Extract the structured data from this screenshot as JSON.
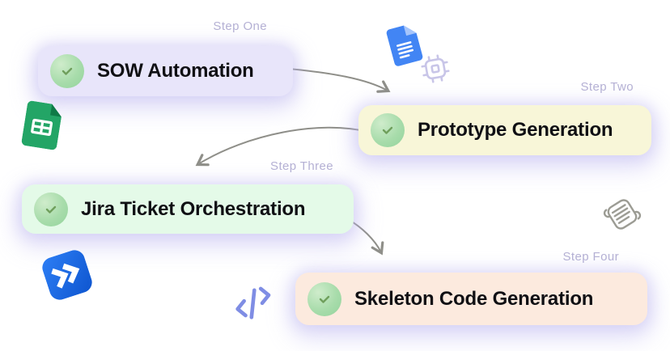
{
  "flow": {
    "steps": [
      {
        "step_label": "Step One",
        "title": "SOW Automation",
        "pill_color": "#e8e5fa"
      },
      {
        "step_label": "Step Two",
        "title": "Prototype Generation",
        "pill_color": "#f8f6d8"
      },
      {
        "step_label": "Step Three",
        "title": "Jira Ticket Orchestration",
        "pill_color": "#e4fae8"
      },
      {
        "step_label": "Step Four",
        "title": "Skeleton Code Generation",
        "pill_color": "#fceade"
      }
    ],
    "icons": [
      {
        "name": "check-circle-icon",
        "color": "#a8dcab"
      },
      {
        "name": "google-docs-icon",
        "color": "#4285f4"
      },
      {
        "name": "cpu-chip-icon",
        "color": "#c8c5e8"
      },
      {
        "name": "google-sheets-icon",
        "color": "#23a566"
      },
      {
        "name": "jira-icon",
        "color": "#1f6fe0"
      },
      {
        "name": "code-brackets-icon",
        "color": "#7f8de4"
      },
      {
        "name": "script-scroll-icon",
        "color": "#9c9c94"
      }
    ],
    "colors": {
      "background": "#ffffff",
      "step_label_text": "#b5b1d4",
      "title_text": "#101014",
      "arrow": "#8f8f89",
      "check_mark": "#6f9f5c",
      "pill_glow": "rgba(187,180,240,0.45)"
    }
  }
}
